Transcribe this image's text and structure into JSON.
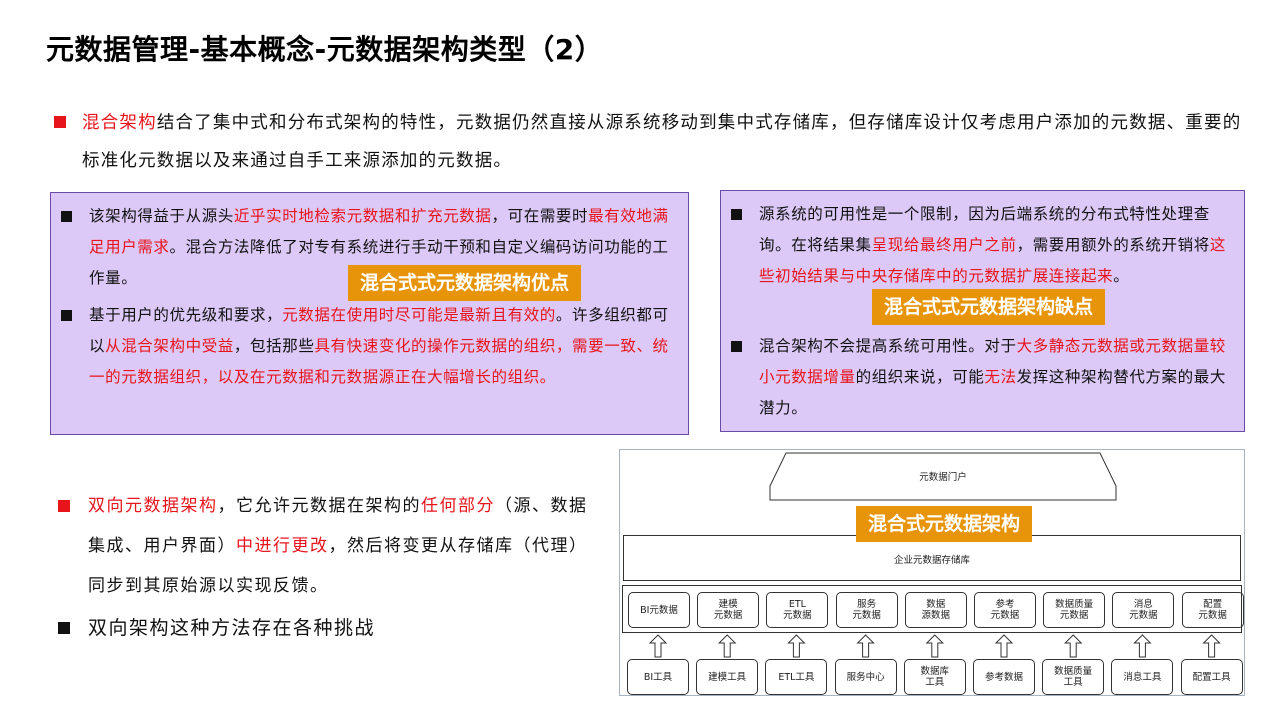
{
  "page_title": "元数据管理-基本概念-元数据架构类型（2）",
  "intro": {
    "highlight": "混合架构",
    "text": "结合了集中式和分布式架构的特性，元数据仍然直接从源系统移动到集中式存储库，但存储库设计仅考虑用户添加的元数据、重要的标准化元数据以及来通过自手工来源添加的元数据。"
  },
  "advantages": {
    "tag": "混合式式元数据架构优点",
    "item1": {
      "a": "该架构得益于从源头",
      "b": "近乎实时地检索元数据和扩充元数据",
      "c": "，可在需要时",
      "d": "最有效地满足用户需求",
      "e": "。混合方法降低了对专有系统进行手动干预和自定义编码访问功能的工作量。"
    },
    "item2": {
      "a": "基于用户的优先级和要求，",
      "b": "元数据在使用时尽可能是最新且有效的",
      "c": "。许多组织都可以",
      "d": "从混合架构中受益",
      "e": "，包括那些",
      "f": "具有快速变化的操作元数据的组织，需要一致、统一的元数据组织，以及在元数据和元数据源正在大幅增长的组织。"
    }
  },
  "disadvantages": {
    "tag": "混合式式元数据架构缺点",
    "item1": {
      "a": "源系统的可用性是一个限制，因为后端系统的分布式特性处理查询。在将结果集",
      "b": "呈现给最终用户之前",
      "c": "，需要用额外的系统开销将",
      "d": "这些初始结果与中央存储库中的元数据扩展连接起来",
      "e": "。"
    },
    "item2": {
      "a": "混合架构不会提高系统可用性。对于",
      "b": "大多静态元数据或元数据量较小元数据增量",
      "c": "的组织来说，可能",
      "d": "无法",
      "e": "发挥这种架构替代方案的最大潜力。"
    }
  },
  "bidirectional": {
    "highlight": "双向元数据架构",
    "a": "，它允许元数据在架构的",
    "b": "任何部分",
    "c": "（源、数据集成、用户界面）",
    "d": "中进行更改",
    "e": "，然后将变更从存储库（代理）同步到其原始源以实现反馈。",
    "challenge": "双向架构这种方法存在各种挑战"
  },
  "diagram": {
    "tag": "混合式元数据架构",
    "portal": "元数据门户",
    "repository": "企业元数据存储库",
    "metadata": [
      "BI元数据",
      "建模\n元数据",
      "ETL\n元数据",
      "服务\n元数据",
      "数据\n源数据",
      "参考\n元数据",
      "数据质量\n元数据",
      "消息\n元数据",
      "配置\n元数据"
    ],
    "tools": [
      "BI工具",
      "建模工具",
      "ETL工具",
      "服务中心",
      "数据库\n工具",
      "参考数据",
      "数据质量\n工具",
      "消息工具",
      "配置工具"
    ]
  },
  "colors": {
    "accent_red": "#e8141c",
    "tag_orange": "#e8940a",
    "box_purple": "#dcc9f7"
  }
}
